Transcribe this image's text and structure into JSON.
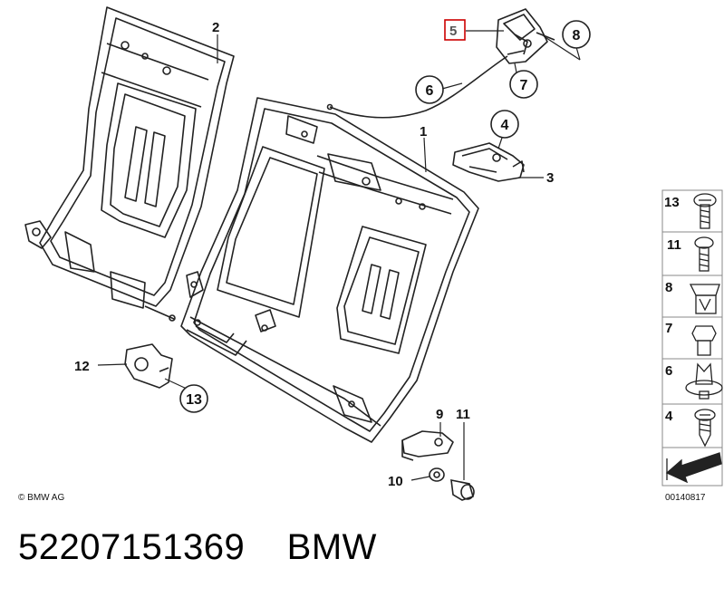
{
  "callouts": {
    "c1": "1",
    "c2": "2",
    "c3": "3",
    "c4": "4",
    "c5": "5",
    "c6": "6",
    "c7": "7",
    "c8": "8",
    "c9": "9",
    "c10": "10",
    "c11": "11",
    "c12": "12",
    "c13": "13"
  },
  "legend": {
    "items": [
      "13",
      "11",
      "8",
      "7",
      "6",
      "4"
    ]
  },
  "copyright": "© BMW AG",
  "diagram_number": "00140817",
  "caption": {
    "part_number": "52207151369",
    "brand": "BMW"
  },
  "colors": {
    "highlight": "#cc0000",
    "line": "#222222"
  }
}
